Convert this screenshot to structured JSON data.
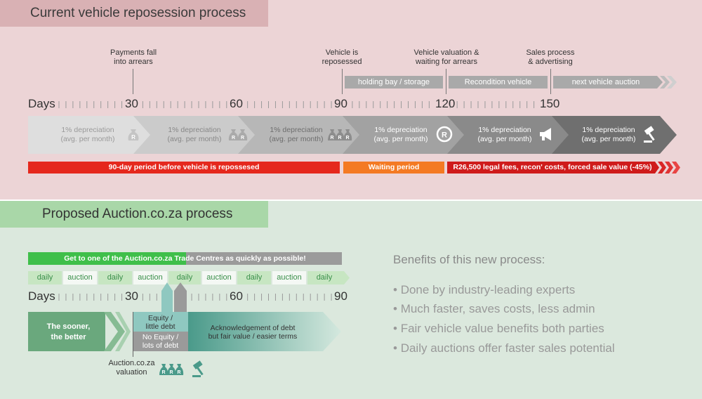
{
  "current": {
    "title": "Current vehicle reposession process",
    "axis_label": "Days",
    "ticks": [
      "30",
      "60",
      "90",
      "120",
      "150"
    ],
    "events": [
      {
        "text1": "Payments fall",
        "text2": "into arrears"
      },
      {
        "text1": "Vehicle is",
        "text2": "reposessed"
      },
      {
        "text1": "Vehicle valuation &",
        "text2": "waiting for arrears"
      },
      {
        "text1": "Sales process",
        "text2": "& advertising"
      }
    ],
    "stages": [
      "holding bay / storage",
      "Recondition vehicle",
      "next vehicle auction"
    ],
    "depreciation_line1": "1% depreciation",
    "depreciation_line2": "(avg. per month)",
    "bars": {
      "red": "90-day period before vehicle is repossesed",
      "orange": "Waiting period",
      "darkred": "R26,500 legal fees, recon' costs, forced sale value (-45%)"
    },
    "coin_label": "R"
  },
  "proposed": {
    "title": "Proposed Auction.co.za process",
    "banner": "Get to one of the Auction.co.za Trade Centres as quickly as possible!",
    "days": [
      "daily",
      "auction",
      "daily",
      "auction",
      "daily",
      "auction",
      "daily",
      "auction",
      "daily"
    ],
    "axis_label": "Days",
    "ticks": [
      "30",
      "60",
      "90"
    ],
    "sooner1": "The sooner,",
    "sooner2": "the better",
    "equity1": "Equity /",
    "equity2": "little debt",
    "noequity1": "No Equity /",
    "noequity2": "lots of debt",
    "ack1": "Acknowledgement of debt",
    "ack2": "but fair value / easier terms",
    "val1": "Auction.co.za",
    "val2": "valuation"
  },
  "benefits": {
    "heading": "Benefits of this new process:",
    "items": [
      "Done by industry-leading experts",
      "Much faster, saves costs, less admin",
      "Fair vehicle value benefits both parties",
      "Daily auctions offer faster sales potential"
    ]
  }
}
